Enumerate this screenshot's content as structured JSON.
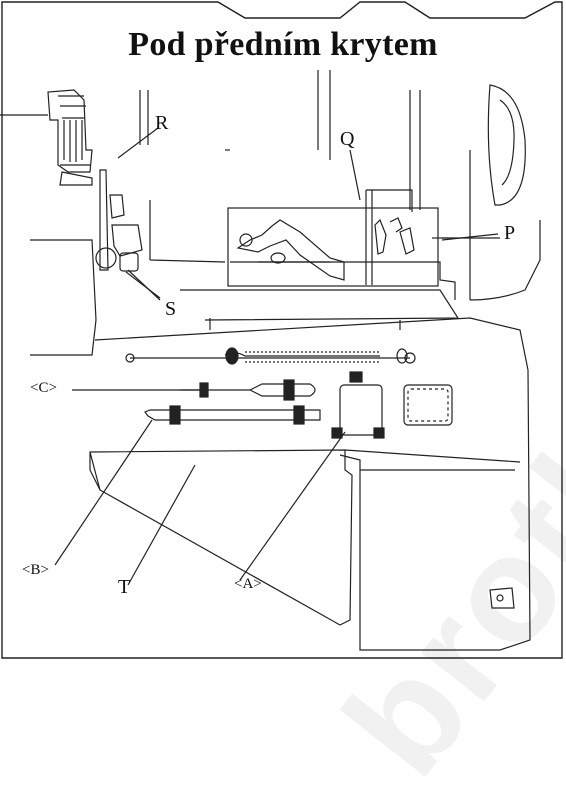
{
  "page": {
    "title": "Pod předním krytem",
    "watermark": "brother"
  },
  "labels": {
    "P": "P",
    "Q": "Q",
    "R": "R",
    "S": "S",
    "T": "T",
    "A": "<A>",
    "B": "<B>",
    "C": "<C>"
  }
}
